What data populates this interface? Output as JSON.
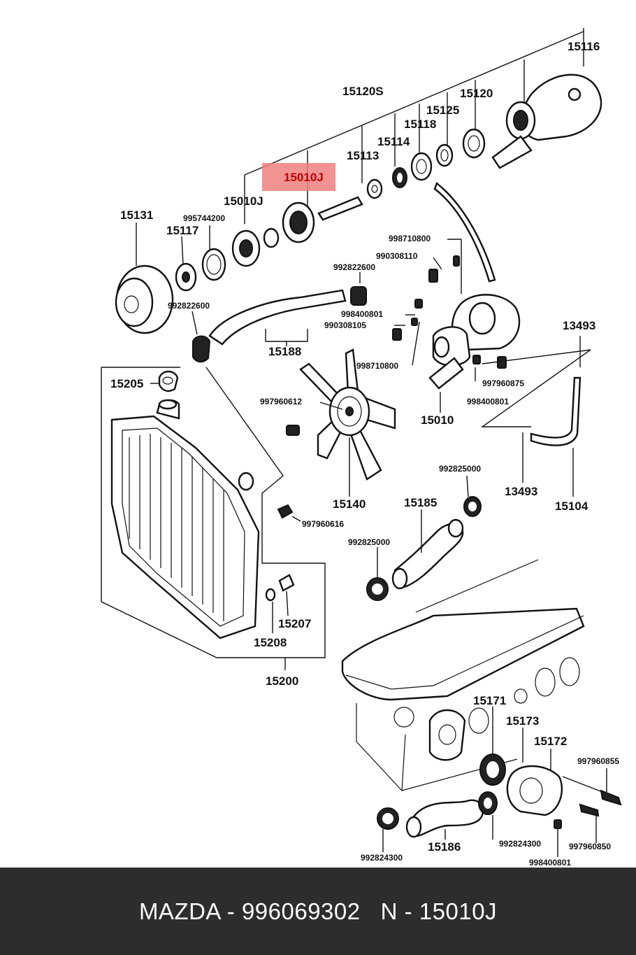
{
  "diagram": {
    "highlight": {
      "label": "15010J",
      "color": "#f08080"
    },
    "labels": {
      "p15116": "15116",
      "p15120S": "15120S",
      "p15120": "15120",
      "p15125": "15125",
      "p15118": "15118",
      "p15114": "15114",
      "p15113": "15113",
      "p15010J": "15010J",
      "p15131": "15131",
      "p995744200": "995744200",
      "p15117": "15117",
      "p998710800a": "998710800",
      "p990308110": "990308110",
      "p992822600a": "992822600",
      "p992822600b": "992822600",
      "p998400801a": "998400801",
      "p990308105": "990308105",
      "p15188": "15188",
      "p13493a": "13493",
      "p15205": "15205",
      "p998710800b": "998710800",
      "p997960875": "997960875",
      "p997960612": "997960612",
      "p998400801b": "998400801",
      "p15010": "15010",
      "p992825000a": "992825000",
      "p13493b": "13493",
      "p15104": "15104",
      "p15140": "15140",
      "p15185": "15185",
      "p997960616": "997960616",
      "p992825000b": "992825000",
      "p15207": "15207",
      "p15208": "15208",
      "p15200": "15200",
      "p15171": "15171",
      "p15173": "15173",
      "p15172": "15172",
      "p997960855": "997960855",
      "p992824300a": "992824300",
      "p15186": "15186",
      "p992824300b": "992824300",
      "p997960850": "997960850",
      "p998400801c": "998400801"
    }
  },
  "footer": {
    "text": "MAZDA - 996069302   N - 15010J"
  }
}
